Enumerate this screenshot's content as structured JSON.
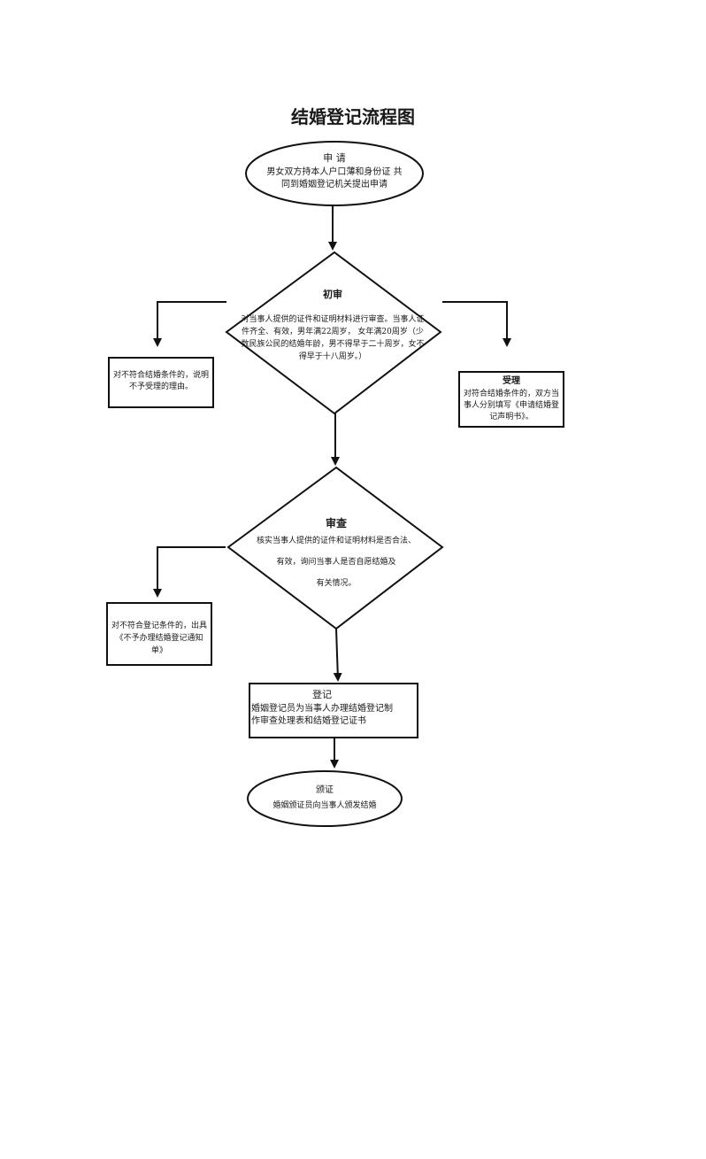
{
  "title": "结婚登记流程图",
  "apply": {
    "heading": "申 请",
    "body": "男女双方持本人户口薄和身份证 共同到婚姻登记机关提出申请"
  },
  "initial_review": {
    "heading": "初审",
    "body": "对当事人提供的证件和证明材料进行审查。当事人证件齐全、有效，男年满22周岁， 女年满20周岁（少数民族公民的结婚年龄，男不得早于二十周岁，女不得早于十八周岁。）"
  },
  "reject1": {
    "body": "对不符合结婚条件的，说明不予受理的理由。"
  },
  "accept": {
    "heading": "受理",
    "body": "对符合结婚条件的，双方当事人分别填写《申请结婚登记声明书》。"
  },
  "examine": {
    "heading": "审查",
    "line1": "核实当事人提供的证件和证明材料是否合法、",
    "line2": "有效，询问当事人是否自愿结婚及",
    "line3": "有关情况。"
  },
  "reject2": {
    "body": "对不符合登记条件的，出具《不予办理结婚登记通知单》"
  },
  "register": {
    "heading": "登记",
    "body": "婚姻登记员为当事人办理结婚登记制作审查处理表和结婚登记证书"
  },
  "certificate": {
    "heading": "颁证",
    "body": "婚姻颁证员向当事人颁发结婚"
  }
}
